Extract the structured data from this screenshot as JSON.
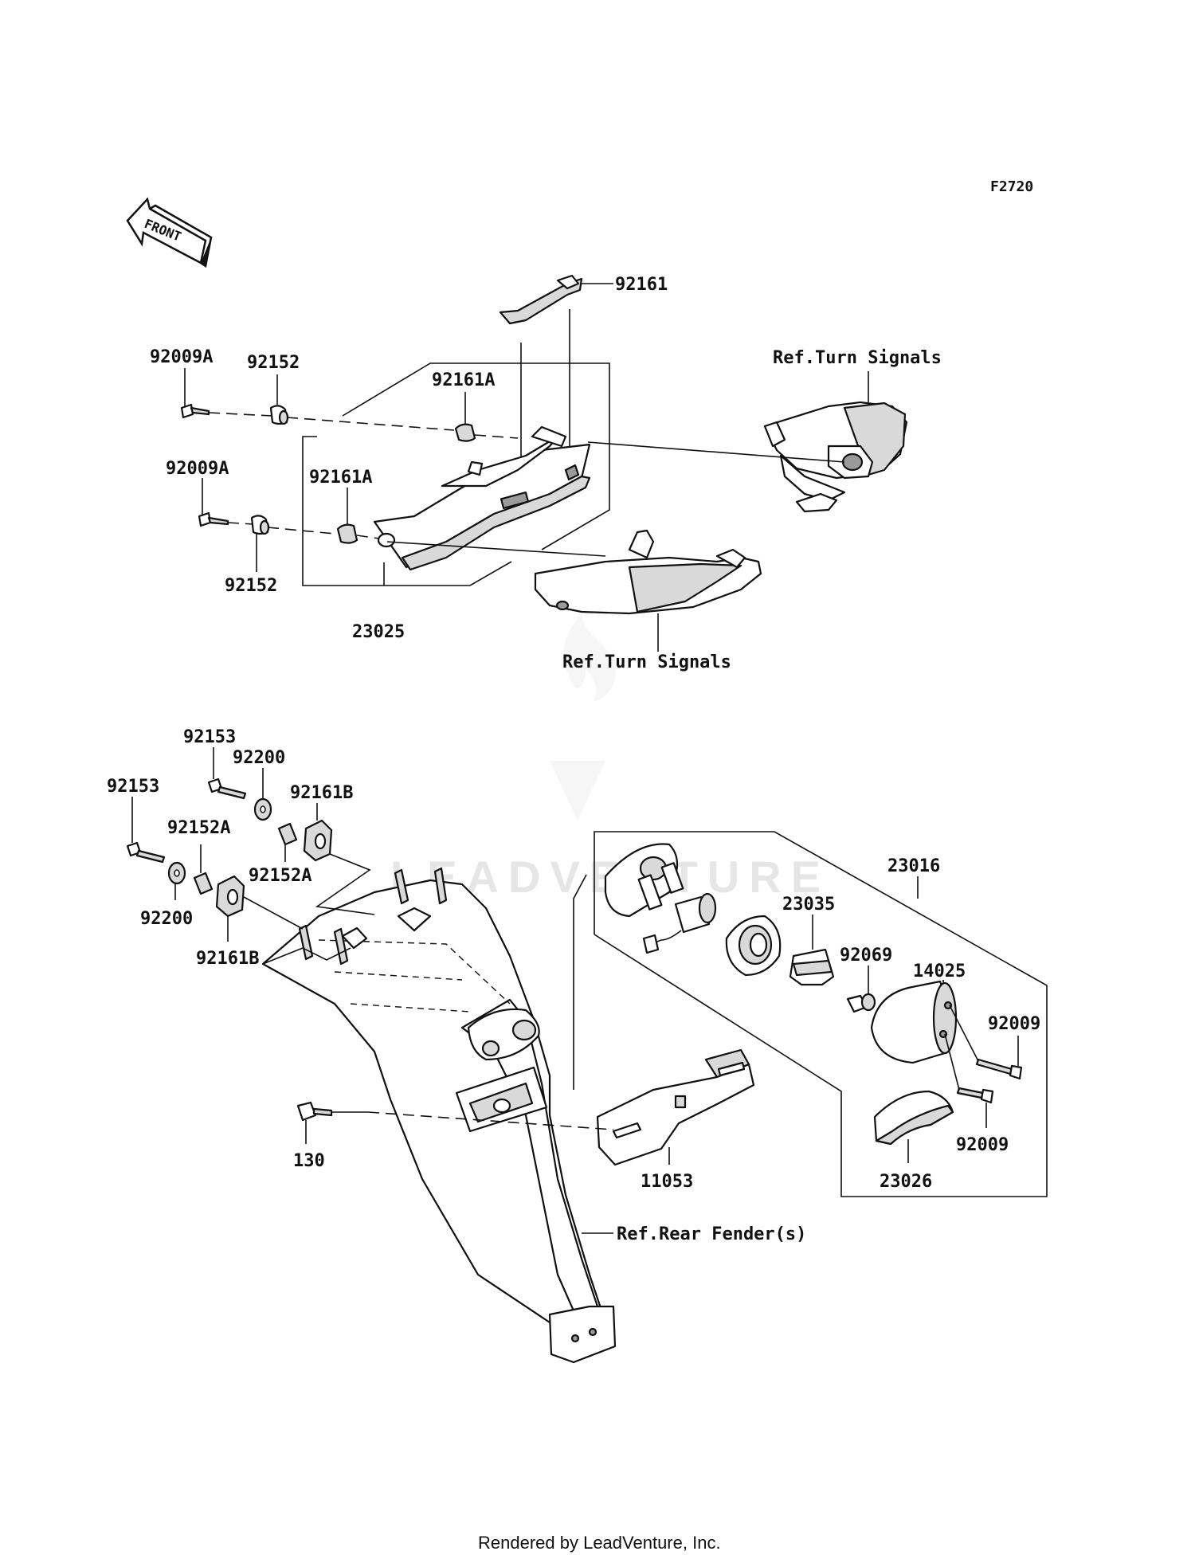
{
  "figure_code": "F2720",
  "front_label": "FRONT",
  "watermark": "LEADVENTURE",
  "footer": "Rendered by LeadVenture, Inc.",
  "callouts": {
    "p92161": "92161",
    "p92009A_1": "92009A",
    "p92152_1": "92152",
    "p92161A_1": "92161A",
    "ref_turn_1": "Ref.Turn Signals",
    "p92009A_2": "92009A",
    "p92161A_2": "92161A",
    "p92152_2": "92152",
    "p23025": "23025",
    "ref_turn_2": "Ref.Turn Signals",
    "p92153_1": "92153",
    "p92200_1": "92200",
    "p92153_2": "92153",
    "p92161B_1": "92161B",
    "p92152A_1": "92152A",
    "p92152A_2": "92152A",
    "p92200_2": "92200",
    "p92161B_2": "92161B",
    "p23016": "23016",
    "p23035": "23035",
    "p92069": "92069",
    "p14025": "14025",
    "p92009_1": "92009",
    "p92009_2": "92009",
    "p130": "130",
    "p11053": "11053",
    "p23026": "23026",
    "ref_rear_fender": "Ref.Rear Fender(s)"
  }
}
